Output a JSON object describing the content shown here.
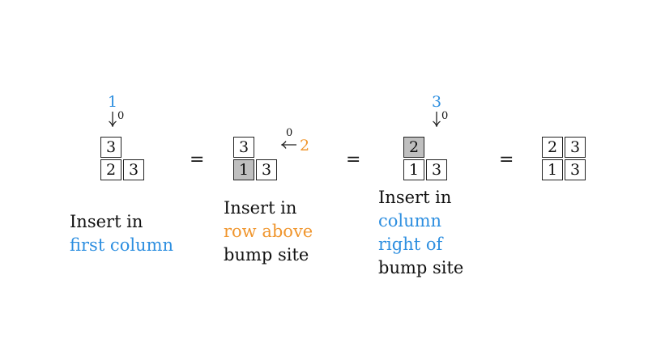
{
  "colors": {
    "blue": "#2E8FE0",
    "orange": "#F0962E",
    "text": "#111111",
    "shade": "#bfbfbf"
  },
  "steps": [
    {
      "insert_value": "1",
      "arrow_index": "0",
      "tableau": {
        "top_row": [
          "3"
        ],
        "bottom_row": [
          "2",
          "3"
        ],
        "shaded": null
      },
      "caption": [
        "Insert in",
        "first column"
      ]
    },
    {
      "insert_value": "2",
      "arrow_index": "0",
      "tableau": {
        "top_row": [
          "3"
        ],
        "bottom_row": [
          "1",
          "3"
        ],
        "shaded": "bottom-0"
      },
      "caption": [
        "Insert in",
        "row above",
        "bump site"
      ]
    },
    {
      "insert_value": "3",
      "arrow_index": "0",
      "tableau": {
        "top_row": [
          "2"
        ],
        "bottom_row": [
          "1",
          "3"
        ],
        "shaded": "top-0"
      },
      "caption": [
        "Insert in",
        "column",
        "right of",
        "bump site"
      ]
    },
    {
      "tableau": {
        "top_row": [
          "2",
          "3"
        ],
        "bottom_row": [
          "1",
          "3"
        ],
        "shaded": null
      }
    }
  ],
  "equals_sign": "="
}
